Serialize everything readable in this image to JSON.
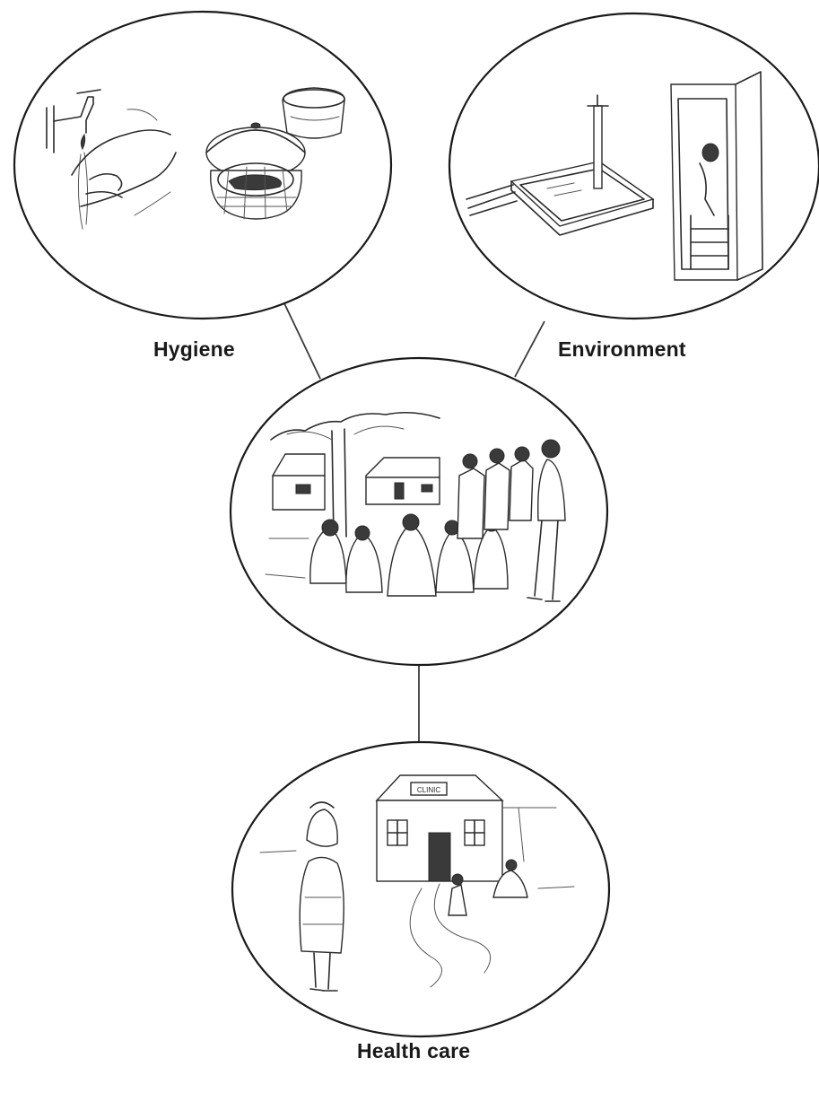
{
  "diagram": {
    "labels": {
      "hygiene": "Hygiene",
      "environment": "Environment",
      "health_care": "Health care"
    },
    "clinic_sign": "CLINIC"
  },
  "colors": {
    "ink": "#2a2a2a",
    "background": "#ffffff"
  }
}
